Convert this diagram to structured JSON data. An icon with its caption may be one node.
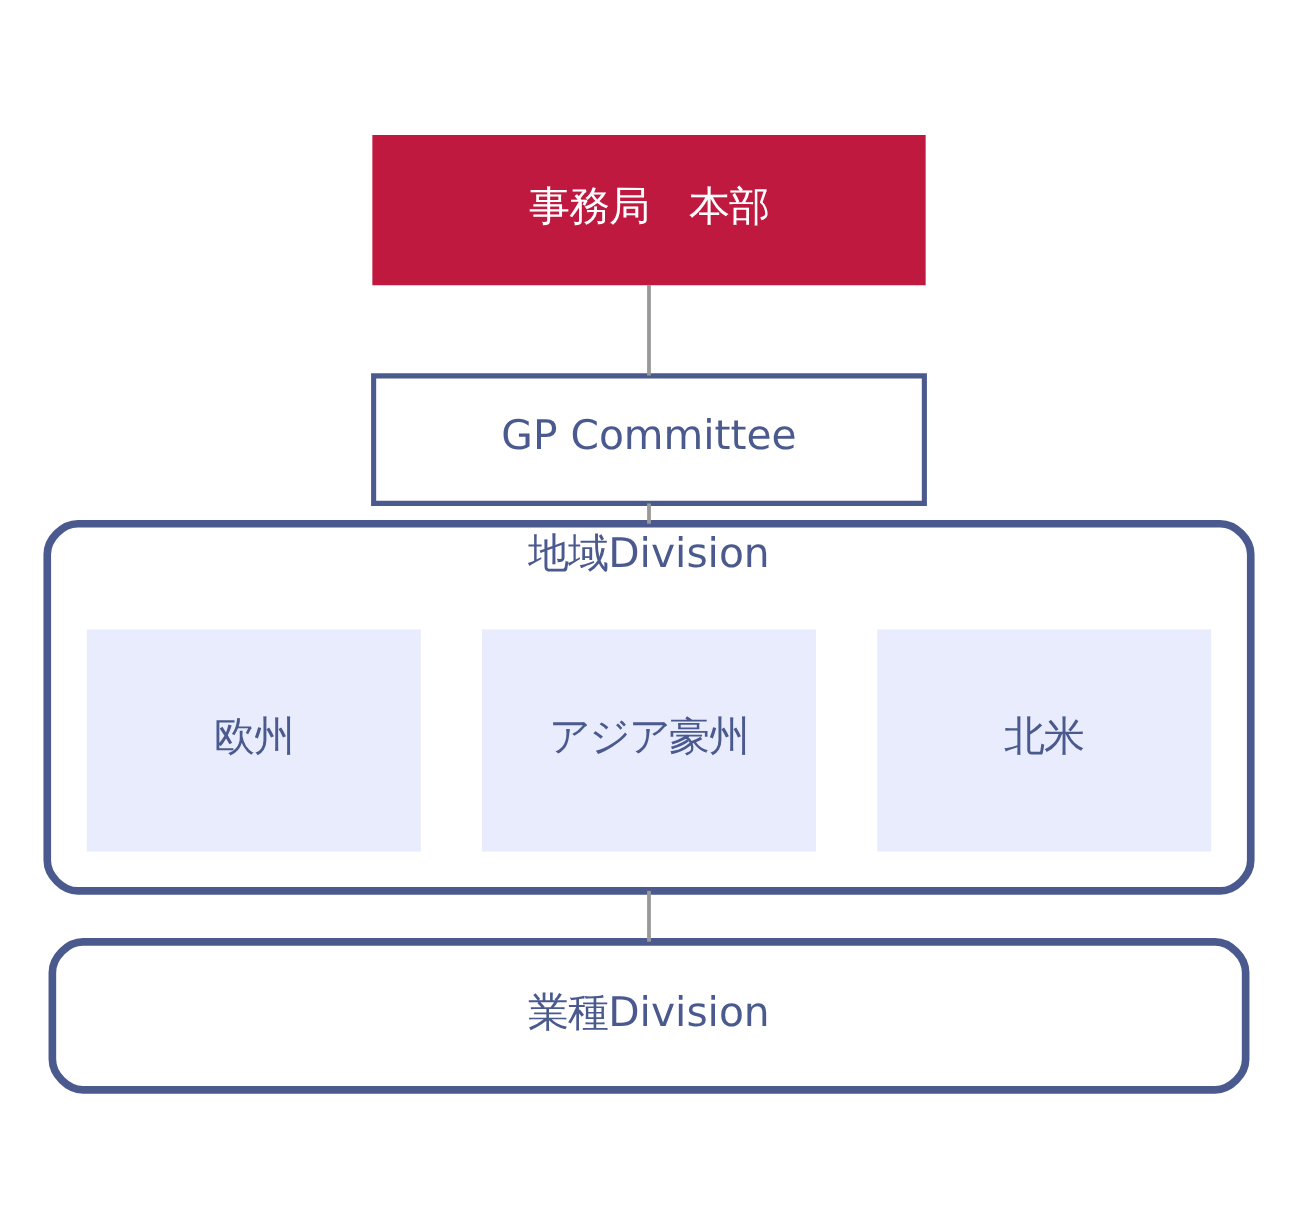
{
  "diagram": {
    "nodes": [
      {
        "text": [
          "事務局　本部"
        ]
      },
      {
        "text": [
          "GP Committee"
        ]
      },
      {
        "text": [
          "地域Division"
        ]
      },
      {
        "text": [
          "北米"
        ],
        "in": 2
      },
      {
        "text": [
          "アジア豪州"
        ],
        "in": 2
      },
      {
        "text": [
          "欧州"
        ],
        "in": 2
      },
      {
        "text": [
          "業種Division"
        ]
      }
    ],
    "edges": [
      {
        "from": 0,
        "to": 1,
        "arrow": "none"
      },
      {
        "from": 1,
        "to": 2,
        "arrow": "none"
      },
      {
        "from": 2,
        "to": 6,
        "arrow": "none"
      }
    ]
  }
}
